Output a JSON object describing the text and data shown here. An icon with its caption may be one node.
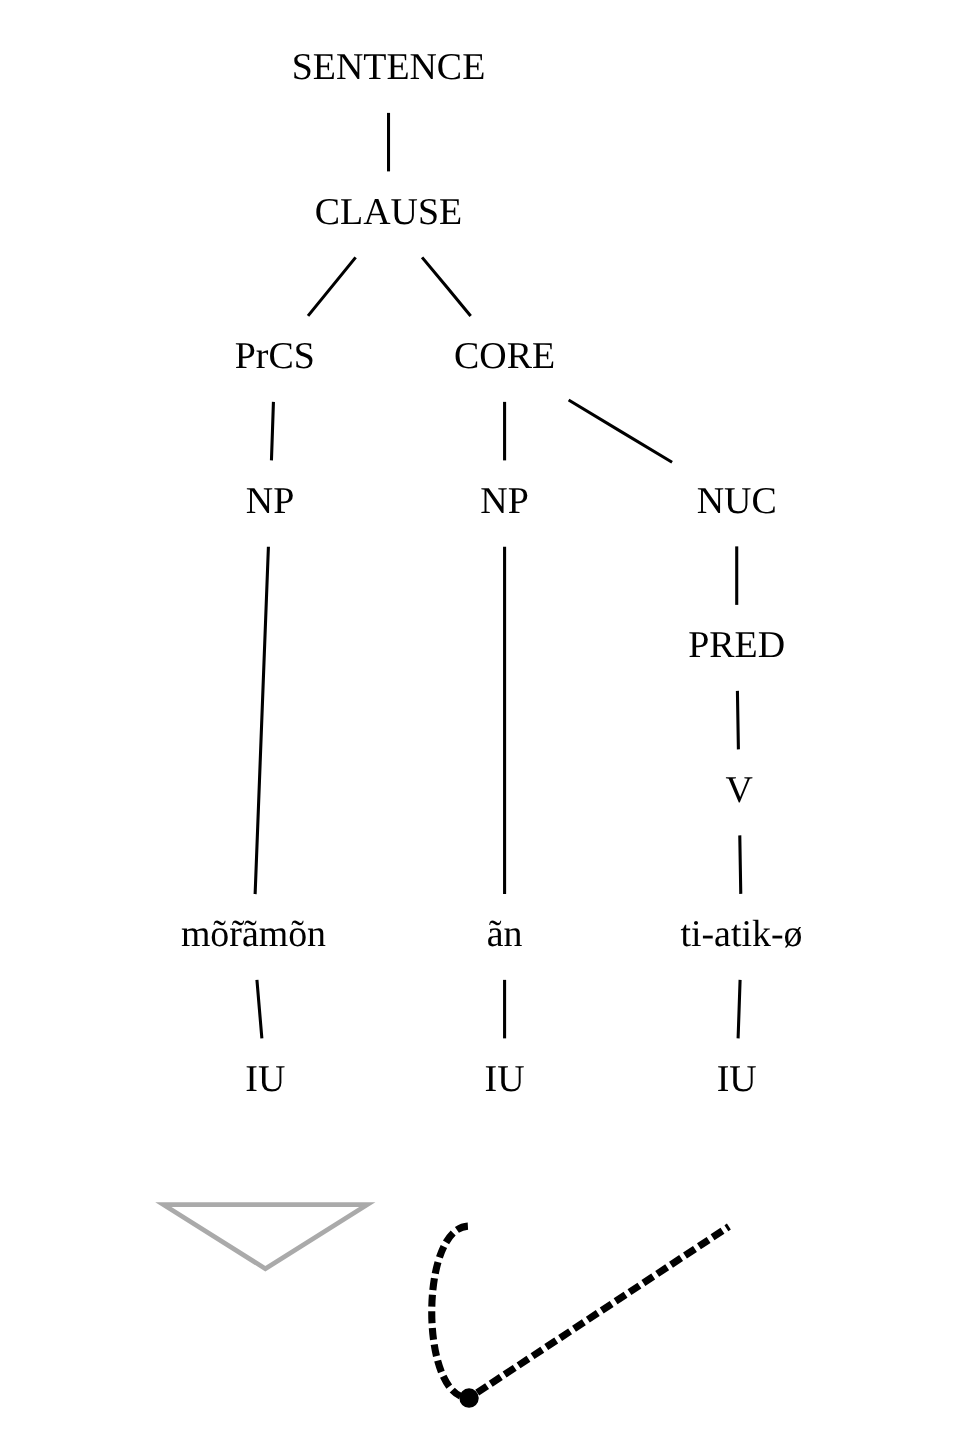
{
  "diagram": {
    "nodes": [
      {
        "text": [
          "SENTENCE"
        ]
      },
      {
        "text": [
          "CLAUSE"
        ]
      },
      {
        "text": [
          "PrCS"
        ]
      },
      {
        "text": [
          "CORE"
        ]
      },
      {
        "text": [
          "NP"
        ]
      },
      {
        "text": [
          "NP"
        ]
      },
      {
        "text": [
          "NUC"
        ]
      },
      {
        "text": [
          "PRED"
        ]
      },
      {
        "text": [
          "V"
        ]
      },
      {
        "text": [
          "mõr̃ãmõn"
        ]
      },
      {
        "text": [
          "ãn"
        ]
      },
      {
        "text": [
          "ti-atik-ø"
        ]
      },
      {
        "text": [
          "IU"
        ]
      },
      {
        "text": [
          "IU"
        ]
      },
      {
        "text": [
          "IU"
        ]
      },
      {
        "text": [],
        "shape": "triangle"
      },
      {
        "text": [],
        "shape": "point"
      }
    ],
    "edges": [
      {
        "from": 0,
        "to": 1,
        "arrow": "none"
      },
      {
        "from": 1,
        "to": 2,
        "arrow": "none"
      },
      {
        "from": 1,
        "to": 3,
        "arrow": "none"
      },
      {
        "from": 2,
        "to": 4,
        "arrow": "none"
      },
      {
        "from": 3,
        "to": 5,
        "arrow": "none"
      },
      {
        "from": 3,
        "to": 6,
        "arrow": "none"
      },
      {
        "from": 6,
        "to": 7,
        "arrow": "none"
      },
      {
        "from": 7,
        "to": 8,
        "arrow": "none"
      },
      {
        "from": 4,
        "to": 9,
        "arrow": "none"
      },
      {
        "from": 5,
        "to": 10,
        "arrow": "none"
      },
      {
        "from": 8,
        "to": 11,
        "arrow": "none"
      },
      {
        "from": 9,
        "to": 12,
        "arrow": "none"
      },
      {
        "from": 10,
        "to": 13,
        "arrow": "none"
      },
      {
        "from": 11,
        "to": 14,
        "arrow": "none"
      },
      {
        "from": null,
        "to": 16,
        "arrow": "none",
        "style": "dashed"
      },
      {
        "from": 16,
        "to": null,
        "arrow": "none",
        "style": "dashed"
      }
    ]
  }
}
